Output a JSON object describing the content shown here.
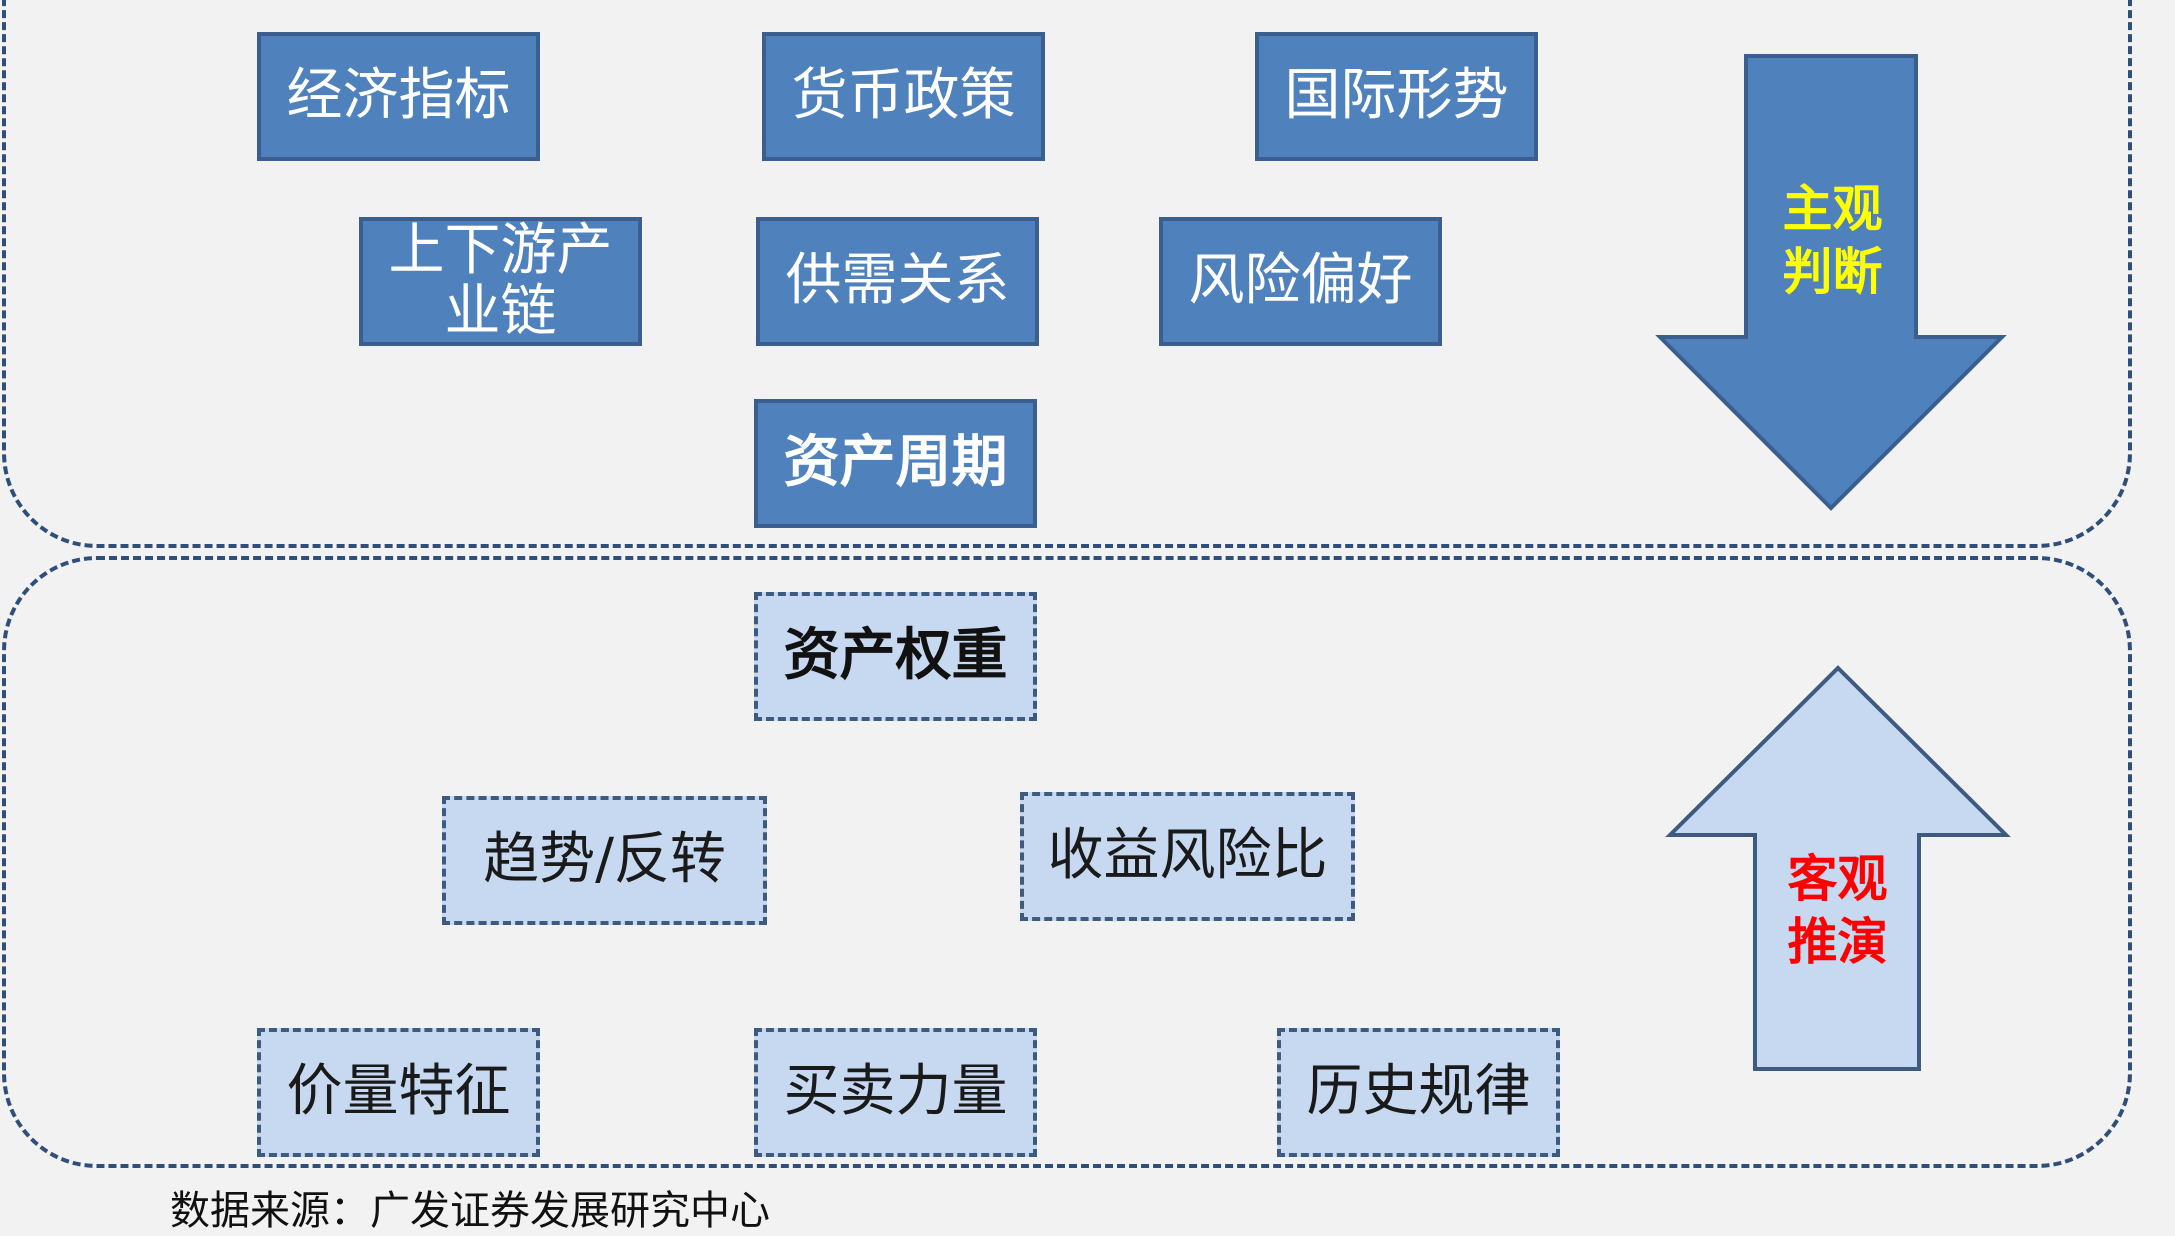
{
  "top_region": {
    "boxes": {
      "economic_indicators": "经济指标",
      "monetary_policy": "货币政策",
      "international_situation": "国际形势",
      "industry_chain": [
        "上下游产",
        "业链"
      ],
      "supply_demand": "供需关系",
      "risk_preference": "风险偏好",
      "asset_cycle": "资产周期"
    },
    "arrow": {
      "label": [
        "主观",
        "判断"
      ],
      "label_color": "#ffff00",
      "fill": "#4f81bd",
      "direction": "down"
    }
  },
  "bottom_region": {
    "boxes": {
      "asset_weight": "资产权重",
      "trend_reversal": "趋势/反转",
      "return_risk_ratio": "收益风险比",
      "price_volume": "价量特征",
      "buy_sell_power": "买卖力量",
      "historical_patterns": "历史规律"
    },
    "arrow": {
      "label": [
        "客观",
        "推演"
      ],
      "label_color": "#ff0000",
      "fill": "#c6d9f1",
      "direction": "up"
    }
  },
  "source_note": "数据来源：广发证券发展研究中心",
  "colors": {
    "background": "#f2f2f2",
    "solid_box": "#4f81bd",
    "dashed_box": "#c6d9f1",
    "border": "#2f4f7a"
  }
}
